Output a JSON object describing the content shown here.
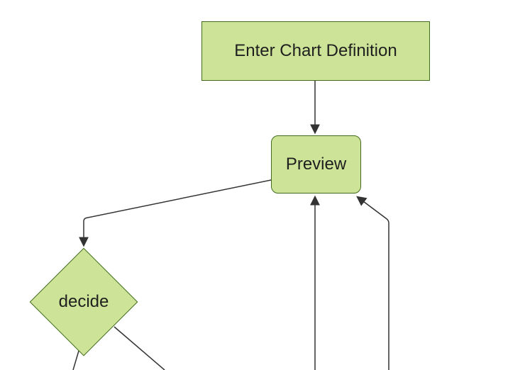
{
  "diagram_type": "flowchart",
  "nodes": [
    {
      "id": "A",
      "label": "Enter Chart Definition",
      "shape": "rectangle"
    },
    {
      "id": "B",
      "label": "Preview",
      "shape": "rounded-rectangle"
    },
    {
      "id": "C",
      "label": "decide",
      "shape": "diamond"
    }
  ],
  "edges": [
    {
      "from": "A",
      "to": "B",
      "arrowhead": true
    },
    {
      "from": "B",
      "to": "C",
      "arrowhead": true
    },
    {
      "from": "offscreen-bottom",
      "to": "B",
      "arrowhead": true
    },
    {
      "from": "offscreen-bottom-right",
      "to": "B",
      "arrowhead": true
    },
    {
      "from": "C",
      "to": "offscreen-bottom-left",
      "arrowhead": false
    },
    {
      "from": "C",
      "to": "offscreen-bottom-right",
      "arrowhead": false
    }
  ],
  "colors": {
    "background": "#ffffff",
    "node_fill": "#cde498",
    "node_border": "#426b1f",
    "edge_stroke": "#333333",
    "arrowhead_fill": "#333333",
    "text": "#1f1f1f"
  }
}
